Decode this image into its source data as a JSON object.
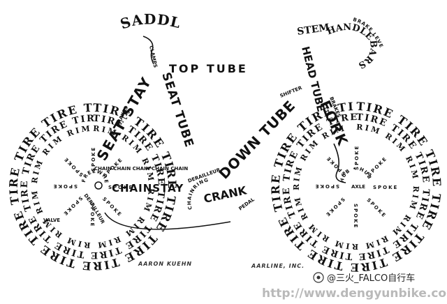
{
  "labels": {
    "saddle": "SADDLE",
    "clamps": "CLAMPS",
    "top_tube": "TOP TUBE",
    "seat_stay": "SEAT STAY",
    "seat_tube": "SEAT TUBE",
    "brakes_rear": "BRAKES",
    "brakes_front": "BRAKES",
    "stem": "STEM",
    "handlebars": "HANDLEBARS",
    "brake_lever": "BRAKE LEVER",
    "head_tube": "HEAD TUBE",
    "fork": "FORK",
    "shifter": "SHIFTER",
    "down_tube": "DOWN TUBE",
    "derailleur_front": "DERAILLEUR",
    "chainring": "CHAINRING",
    "crank": "CRANK",
    "pedal": "PEDAL",
    "chainstay": "CHAINSTAY",
    "chain": "CHAIN CHAIN CHAIN CHAIN CHAIN CHAIN",
    "freewheel": "FREEWHEEL",
    "derailleur_rear": "DERAILLEUR",
    "hub": "HUB",
    "spoke": "SPOKE",
    "rim": "RIM",
    "tire": "TIRE",
    "valve": "VALVE",
    "axle": "AXLE"
  },
  "signatures": {
    "author": "AARON KUEHN",
    "studio": "AARLINE, INC."
  },
  "watermark": {
    "handle": "@三火_FALCO自行车",
    "url": "http://www.dengyunbike.com"
  }
}
